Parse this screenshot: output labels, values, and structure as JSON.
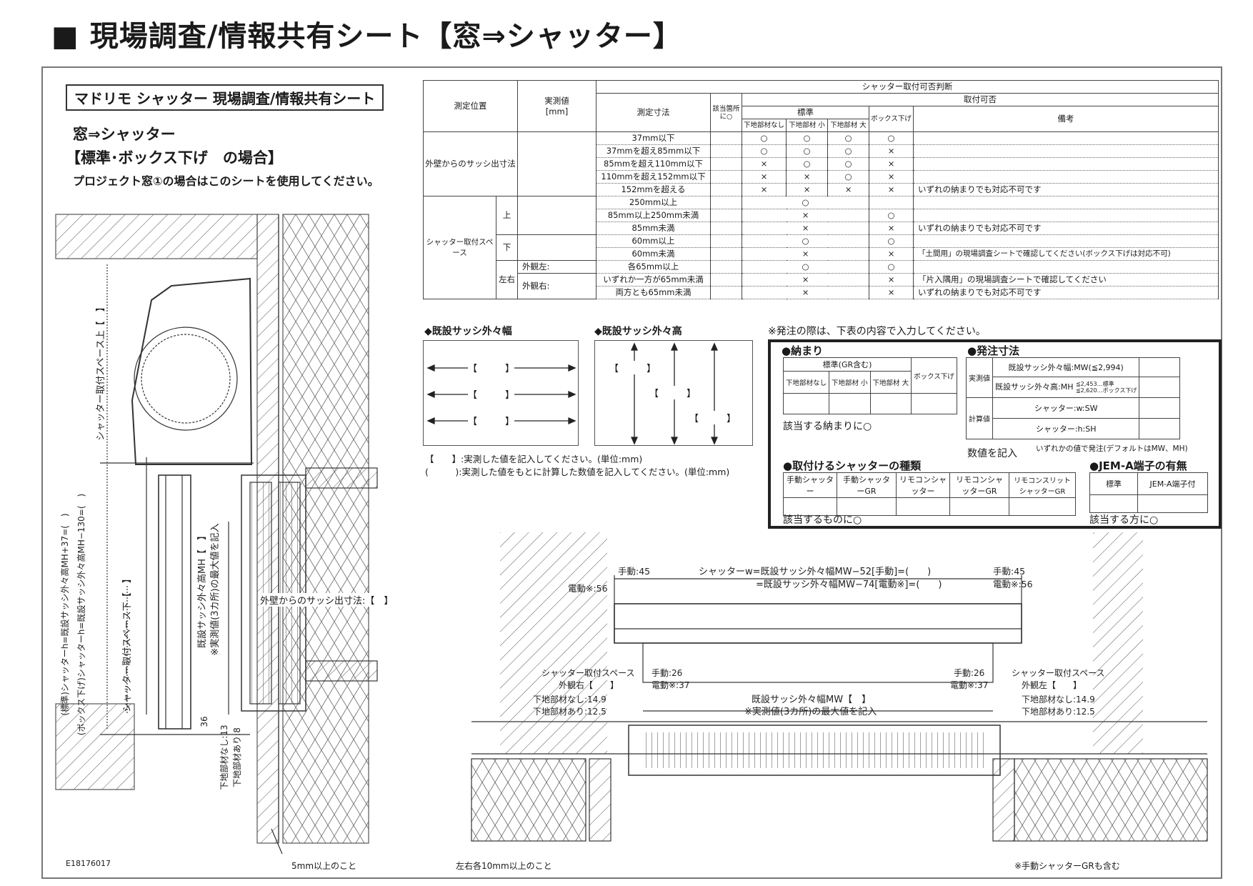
{
  "page_title": "■ 現場調査/情報共有シート【窓⇒シャッター】",
  "sheet_title": "マドリモ シャッター 現場調査/情報共有シート",
  "heading1": "窓⇒シャッター",
  "heading2": "【標準･ボックス下げ　の場合】",
  "heading_note": "プロジェクト窓①の場合はこのシートを使用してください。",
  "table": {
    "h_position": "測定位置",
    "h_actual": "実測値",
    "h_actual_unit": "[mm]",
    "h_judge": "シャッター取付可否判断",
    "h_dimension": "測定寸法",
    "h_applicable": "該当箇所に○",
    "h_possible": "取付可否",
    "h_standard": "標準",
    "h_none": "下地部材なし",
    "h_small": "下地部材 小",
    "h_large": "下地部材 大",
    "h_boxdown": "ボックス下げ",
    "h_remarks": "備考",
    "g1_label": "外壁からのサッシ出寸法",
    "g1_rows": [
      {
        "dim": "37mm以下",
        "a": "○",
        "b": "○",
        "c": "○",
        "d": "○",
        "note": ""
      },
      {
        "dim": "37mmを超え85mm以下",
        "a": "○",
        "b": "○",
        "c": "○",
        "d": "×",
        "note": ""
      },
      {
        "dim": "85mmを超え110mm以下",
        "a": "×",
        "b": "○",
        "c": "○",
        "d": "×",
        "note": ""
      },
      {
        "dim": "110mmを超え152mm以下",
        "a": "×",
        "b": "×",
        "c": "○",
        "d": "×",
        "note": ""
      },
      {
        "dim": "152mmを超える",
        "a": "×",
        "b": "×",
        "c": "×",
        "d": "×",
        "note": "いずれの納まりでも対応不可です"
      }
    ],
    "g2_label": "シャッター取付スペース",
    "sub_top": "上",
    "sub_bottom": "下",
    "sub_lr": "左右",
    "lr_left": "外観左:",
    "lr_right": "外観右:",
    "g2_rows": [
      {
        "dim": "250mm以上",
        "std": "○",
        "d": "",
        "note": ""
      },
      {
        "dim": "85mm以上250mm未満",
        "std": "×",
        "d": "○",
        "note": ""
      },
      {
        "dim": "85mm未満",
        "std": "×",
        "d": "×",
        "note": "いずれの納まりでも対応不可です"
      },
      {
        "dim": "60mm以上",
        "std": "○",
        "d": "○",
        "note": ""
      },
      {
        "dim": "60mm未満",
        "std": "×",
        "d": "×",
        "note": "「土間用」の現場調査シートで確認してください(ボックス下げは対応不可)"
      },
      {
        "dim": "各65mm以上",
        "std": "○",
        "d": "○",
        "note": ""
      },
      {
        "dim": "いずれか一方が65mm未満",
        "std": "×",
        "d": "×",
        "note": "「片入隅用」の現場調査シートで確認してください"
      },
      {
        "dim": "両方とも65mm未満",
        "std": "×",
        "d": "×",
        "note": "いずれの納まりでも対応不可です"
      }
    ]
  },
  "width_title": "◆既設サッシ外々幅",
  "height_title": "◆既設サッシ外々高",
  "bracket_mark": "【　　　】",
  "legend1": "【　　】:実測した値を記入してください。(単位:mm)",
  "legend2": "(　　　):実測した値をもとに計算した数値を記入してください。(単位:mm)",
  "order_note": "※発注の際は、下表の内容で入力してください。",
  "order": {
    "osamari_title": "●納まり",
    "std_gr": "標準(GR含む)",
    "none": "下地部材なし",
    "small": "下地部材 小",
    "large": "下地部材 大",
    "boxdown": "ボックス下げ",
    "osamari_note": "該当する納まりに○",
    "dim_title": "●発注寸法",
    "actual": "実測値",
    "calc": "計算値",
    "mw": "既設サッシ外々幅:MW(≦2,994)",
    "mh": "既設サッシ外々高:MH",
    "mh_note1": "≦2,453…標準",
    "mh_note2": "≦2,620…ボックス下げ",
    "sw": "シャッター:w:SW",
    "sh": "シャッター:h:SH",
    "dim_note": "数値を記入",
    "dim_note2": "いずれかの値で発注(デフォルトはMW、MH)",
    "type_title": "●取付けるシャッターの種類",
    "types": [
      "手動シャッター",
      "手動シャッターGR",
      "リモコンシャッター",
      "リモコンシャッターGR",
      "リモコンスリットシャッターGR"
    ],
    "type_note": "該当するものに○",
    "jem_title": "●JEM-A端子の有無",
    "jem_std": "標準",
    "jem_with": "JEM-A端子付",
    "jem_note": "該当する方に○"
  },
  "section": {
    "space_top": "シャッター取付スペース上【　】",
    "space_bottom": "シャッター取付スペース下【　】",
    "formula_std": "(標準)シャッターh=既設サッシ外々高MH+37=(　)",
    "formula_box": "(ボックス下げ)シャッターh=既設サッシ外々高MH−130=(　)",
    "mh_label": "既設サッシ外々高MH【　】",
    "mh_note": "※実測値(3カ所)の最大値を記入",
    "protrusion": "外壁からのサッシ出寸法:【　】",
    "dim36": "36",
    "under_none": "下地部材なし:13",
    "under_with": "下地部材あり:8",
    "five_mm": "5mm以上のこと",
    "code": "E18176017"
  },
  "plan": {
    "manual45_l": "手動:45",
    "electric56_l": "電動※:56",
    "manual45_r": "手動:45",
    "electric56_r": "電動※:56",
    "sw_formula1": "シャッターw=既設サッシ外々幅MW−52[手動]=(　　)",
    "sw_formula2": "=既設サッシ外々幅MW−74[電動※]=(　　)",
    "space_l": "シャッター取付スペース",
    "space_r": "シャッター取付スペース",
    "right_view": "外観右【　　】",
    "left_view": "外観左【　　】",
    "manual26_l": "手動:26",
    "electric37_l": "電動※:37",
    "manual26_r": "手動:26",
    "electric37_r": "電動※:37",
    "none_l": "下地部材なし:14.9",
    "with_l": "下地部材あり:12.5",
    "none_r": "下地部材なし:14.9",
    "with_r": "下地部材あり:12.5",
    "mw_label": "既設サッシ外々幅MW【　】",
    "mw_note": "※実測値(3カ所)の最大値を記入",
    "ten_mm": "左右各10mm以上のこと",
    "gr_note": "※手動シャッターGRも含む"
  }
}
